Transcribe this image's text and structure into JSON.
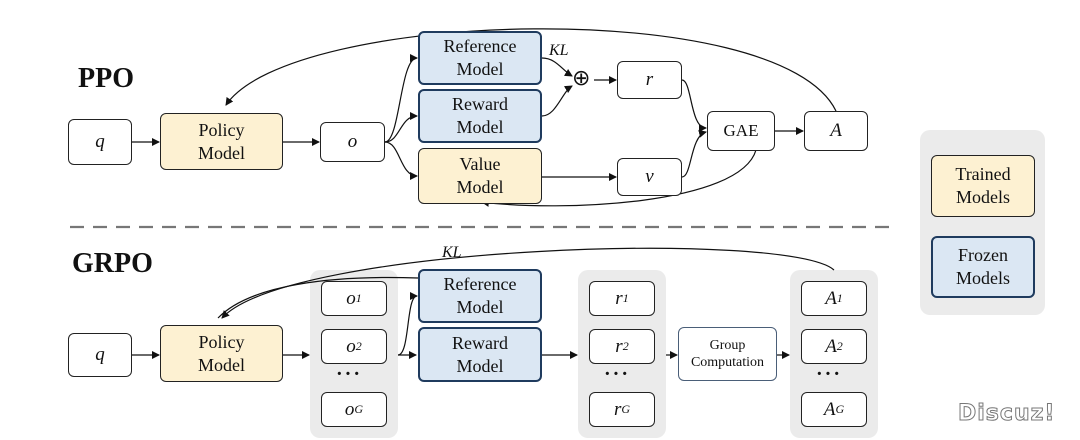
{
  "ppo": {
    "title": "PPO",
    "q": "q",
    "policy_model": "Policy\nModel",
    "o": "o",
    "reference_model": "Reference\nModel",
    "reward_model": "Reward\nModel",
    "value_model": "Value\nModel",
    "kl": "KL",
    "oplus": "⊕",
    "r": "r",
    "v": "v",
    "gae": "GAE",
    "a": "A"
  },
  "grpo": {
    "title": "GRPO",
    "q": "q",
    "policy_model": "Policy\nModel",
    "kl": "KL",
    "reference_model": "Reference\nModel",
    "reward_model": "Reward\nModel",
    "group_computation": "Group\nComputation",
    "dots": "···",
    "o": [
      {
        "base": "o",
        "sub": "1"
      },
      {
        "base": "o",
        "sub": "2"
      },
      {
        "base": "o",
        "sub": "G"
      }
    ],
    "r": [
      {
        "base": "r",
        "sub": "1"
      },
      {
        "base": "r",
        "sub": "2"
      },
      {
        "base": "r",
        "sub": "G"
      }
    ],
    "a": [
      {
        "base": "A",
        "sub": "1"
      },
      {
        "base": "A",
        "sub": "2"
      },
      {
        "base": "A",
        "sub": "G"
      }
    ]
  },
  "legend": {
    "trained": "Trained\nModels",
    "frozen": "Frozen\nModels"
  },
  "watermark": "Discuz!",
  "colors": {
    "trained_fill": "#fdf1d2",
    "frozen_fill": "#dbe7f3",
    "frozen_border": "#1f3b5e",
    "group_bg": "#ebebeb"
  }
}
